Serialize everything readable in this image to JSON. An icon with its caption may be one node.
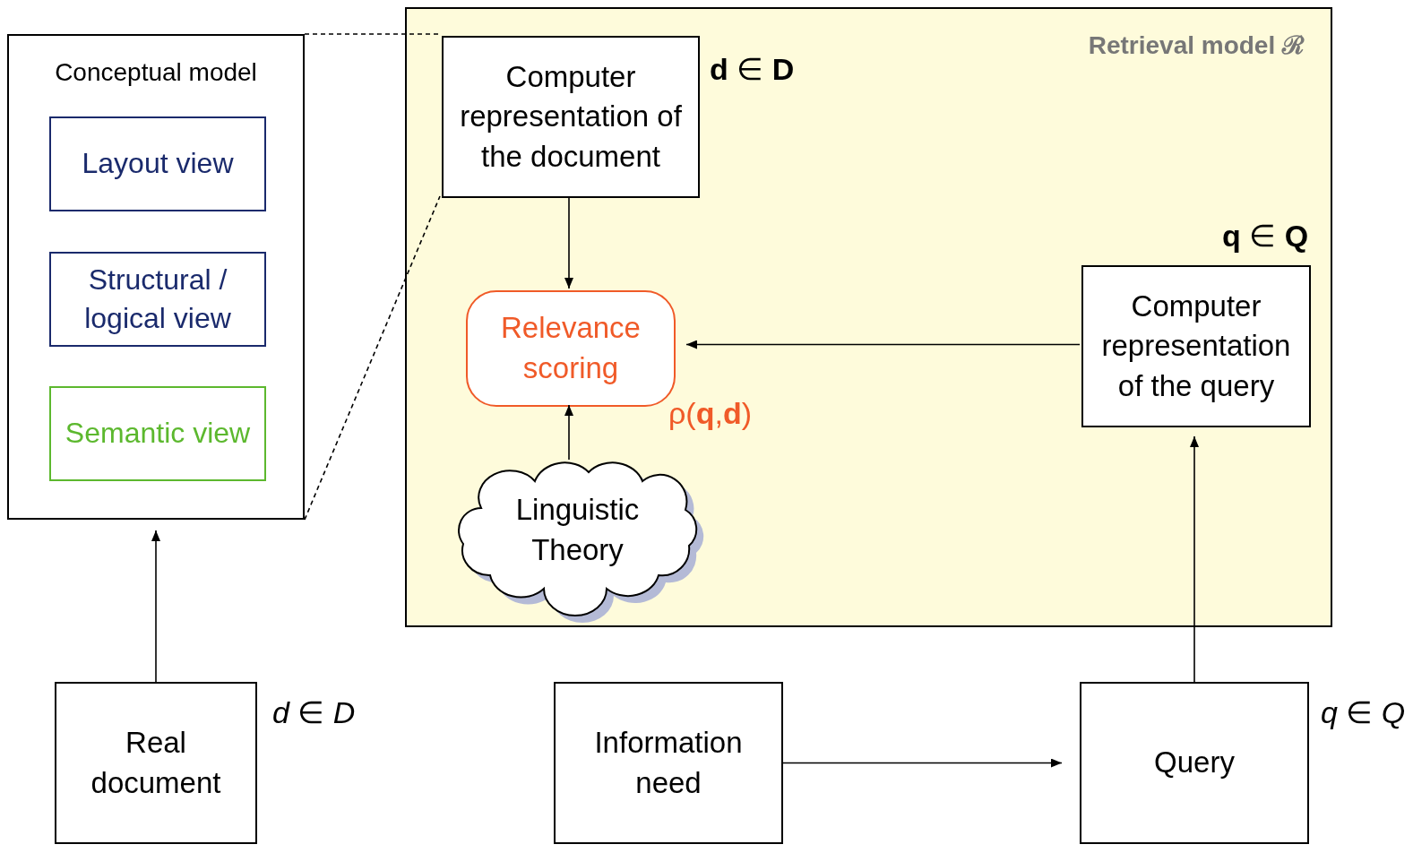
{
  "diagram": {
    "nodes": [
      {
        "text": [
          "Conceptual model"
        ]
      },
      {
        "text": [
          "Layout view"
        ],
        "in": 0
      },
      {
        "text": [
          "Structural / logical view"
        ],
        "in": 0
      },
      {
        "text": [
          "Semantic view"
        ],
        "in": 0
      },
      {
        "text": [
          "Retrieval model ℛ"
        ]
      },
      {
        "text": [
          "Computer representation of the document"
        ],
        "in": 4,
        "beside": [
          "**d** ∈ **D**"
        ]
      },
      {
        "text": [
          "Relevance scoring"
        ],
        "in": 4,
        "beside": [
          "ρ(**q**,**d**)"
        ]
      },
      {
        "text": [
          "Computer representation of the query"
        ],
        "in": 4,
        "beside": [
          "**q** ∈ **Q**"
        ]
      },
      {
        "text": [
          "Linguistic Theory"
        ],
        "in": 4
      },
      {
        "text": [
          "Real document"
        ],
        "beside": [
          "*d* ∈ *D*"
        ]
      },
      {
        "text": [
          "Information need"
        ]
      },
      {
        "text": [
          "Query"
        ],
        "beside": [
          "*q* ∈ *Q*"
        ]
      }
    ],
    "edges": [
      {
        "from": 0,
        "to": 5,
        "arrow": "none",
        "style": "dashed"
      },
      {
        "from": 0,
        "to": 5,
        "arrow": "none",
        "style": "dashed"
      },
      {
        "from": 5,
        "to": 6,
        "arrow": "to"
      },
      {
        "from": 7,
        "to": 6,
        "arrow": "to"
      },
      {
        "from": 8,
        "to": 6,
        "arrow": "to"
      },
      {
        "from": 9,
        "to": 0,
        "arrow": "to"
      },
      {
        "from": 10,
        "to": 11,
        "arrow": "to"
      },
      {
        "from": 11,
        "to": 7,
        "arrow": "to"
      }
    ]
  }
}
